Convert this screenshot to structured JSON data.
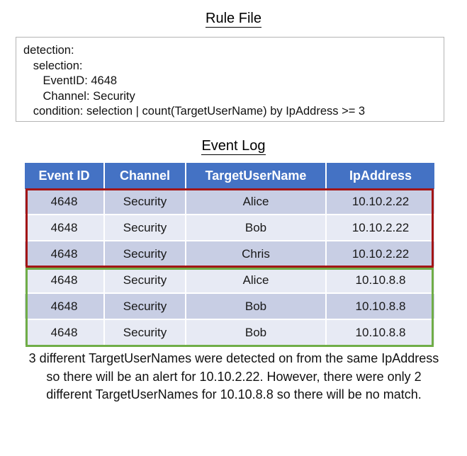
{
  "rule_section": {
    "title": "Rule File",
    "lines": [
      "detection:",
      "   selection:",
      "      EventID: 4648",
      "      Channel: Security",
      "   condition: selection | count(TargetUserName) by IpAddress >= 3"
    ]
  },
  "log_section": {
    "title": "Event Log",
    "columns": [
      "Event ID",
      "Channel",
      "TargetUserName",
      "IpAddress"
    ],
    "rows": [
      {
        "event_id": "4648",
        "channel": "Security",
        "target_user_name": "Alice",
        "ip_address": "10.10.2.22"
      },
      {
        "event_id": "4648",
        "channel": "Security",
        "target_user_name": "Bob",
        "ip_address": "10.10.2.22"
      },
      {
        "event_id": "4648",
        "channel": "Security",
        "target_user_name": "Chris",
        "ip_address": "10.10.2.22"
      },
      {
        "event_id": "4648",
        "channel": "Security",
        "target_user_name": "Alice",
        "ip_address": "10.10.8.8"
      },
      {
        "event_id": "4648",
        "channel": "Security",
        "target_user_name": "Bob",
        "ip_address": "10.10.8.8"
      },
      {
        "event_id": "4648",
        "channel": "Security",
        "target_user_name": "Bob",
        "ip_address": "10.10.8.8"
      }
    ],
    "highlights": [
      {
        "name": "matching-group",
        "color": "#a31515",
        "row_start": 0,
        "row_end": 2
      },
      {
        "name": "non-matching-group",
        "color": "#70ad47",
        "row_start": 3,
        "row_end": 5
      }
    ]
  },
  "caption": {
    "text": "3 different TargetUserNames were detected on from the same IpAddress so there will be an alert for 10.10.2.22. However, there were only 2 different TargetUserNames for 10.10.8.8 so there will be no match."
  },
  "colors": {
    "header_blue": "#4472c4",
    "row_band_a": "#c8cee4",
    "row_band_b": "#e7eaf4",
    "highlight_red": "#a31515",
    "highlight_green": "#70ad47",
    "box_border": "#b4b4b4"
  }
}
